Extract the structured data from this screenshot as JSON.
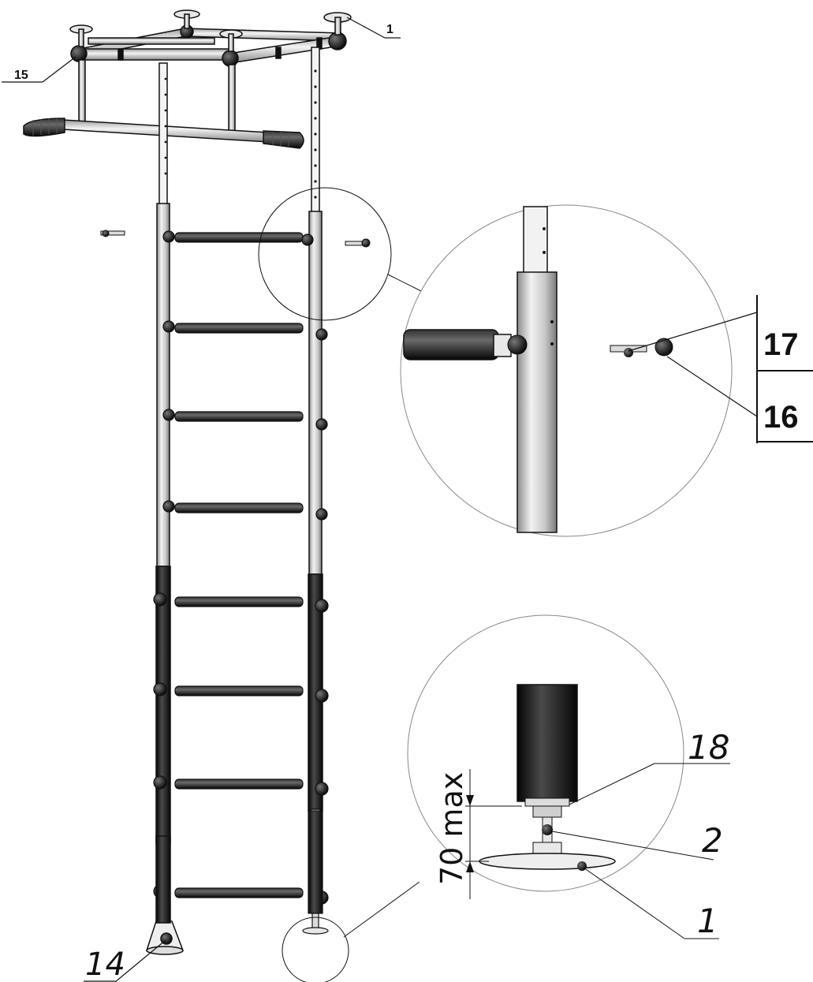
{
  "callouts": {
    "c1_top": "1",
    "c15": "15",
    "c17": "17",
    "c16": "16",
    "c14": "14",
    "c18": "18",
    "c2": "2",
    "c1_bottom": "1"
  },
  "dimension_label": "70 max",
  "colors": {
    "line": "#111111",
    "pipe_light": "#dcdcdc",
    "pipe_dark": "#1a1a1a",
    "detail_circle": "#888888"
  }
}
